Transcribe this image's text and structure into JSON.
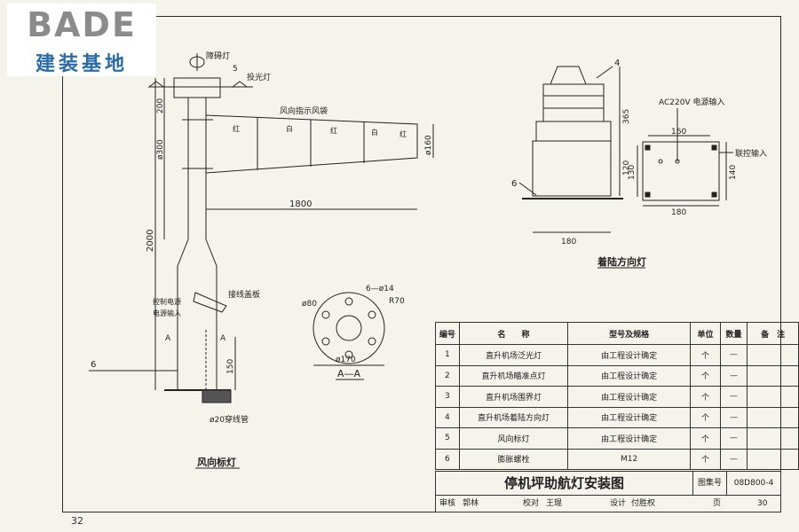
{
  "logo": {
    "brand": "BADE",
    "subtitle": "建装基地"
  },
  "page_number": "32",
  "drawing": {
    "wind_lamp": {
      "caption": "风向标灯",
      "labels": {
        "obstacle_light": "障碍灯",
        "flood_light": "投光灯",
        "windsock": "风向指示风袋",
        "red1": "红",
        "white1": "白",
        "red2": "红",
        "white2": "白",
        "red3": "红",
        "control_input": "控制电源",
        "power_input": "电源输入",
        "junction_plate": "接线盖板",
        "conduit": "ø20穿线管",
        "section_a1": "A",
        "section_a2": "A"
      },
      "dims": {
        "d200": "200",
        "d300": "ø300",
        "d2000": "2000",
        "d1800": "1800",
        "d160": "ø160",
        "d150": "150",
        "callout5": "5",
        "callout6": "6"
      }
    },
    "section_aa": {
      "caption": "A—A",
      "dims": {
        "d80": "ø80",
        "holes": "6—ø14",
        "r70": "R70",
        "d170": "ø170"
      }
    },
    "landing_light": {
      "caption": "着陆方向灯",
      "callout4": "4",
      "callout6": "6",
      "ac_input": "AC220V 电源输入",
      "control_input": "联控输入",
      "dims": {
        "h365": "365",
        "h120": "120",
        "w180a": "180",
        "w160": "160",
        "h130": "130",
        "h140": "140",
        "w180b": "180"
      }
    }
  },
  "parts_table": {
    "headers": [
      "编号",
      "名　　称",
      "型号及规格",
      "单位",
      "数量",
      "备　注"
    ],
    "rows": [
      {
        "no": "1",
        "name": "直升机场泛光灯",
        "spec": "由工程设计确定",
        "unit": "个",
        "qty": "—",
        "note": ""
      },
      {
        "no": "2",
        "name": "直升机场瞄准点灯",
        "spec": "由工程设计确定",
        "unit": "个",
        "qty": "—",
        "note": ""
      },
      {
        "no": "3",
        "name": "直升机场围界灯",
        "spec": "由工程设计确定",
        "unit": "个",
        "qty": "—",
        "note": ""
      },
      {
        "no": "4",
        "name": "直升机场着陆方向灯",
        "spec": "由工程设计确定",
        "unit": "个",
        "qty": "—",
        "note": ""
      },
      {
        "no": "5",
        "name": "风向标灯",
        "spec": "由工程设计确定",
        "unit": "个",
        "qty": "—",
        "note": ""
      },
      {
        "no": "6",
        "name": "膨胀螺栓",
        "spec": "M12",
        "unit": "个",
        "qty": "—",
        "note": ""
      }
    ]
  },
  "title_block": {
    "title": "停机坪助航灯安装图",
    "atlas_label": "图集号",
    "atlas_no": "08D800-4",
    "review_label": "审核",
    "reviewer": "郭林",
    "check_label": "校对",
    "checker": "王琨",
    "design_label": "设计",
    "designer": "付胜权",
    "page_label": "页",
    "page": "30"
  }
}
